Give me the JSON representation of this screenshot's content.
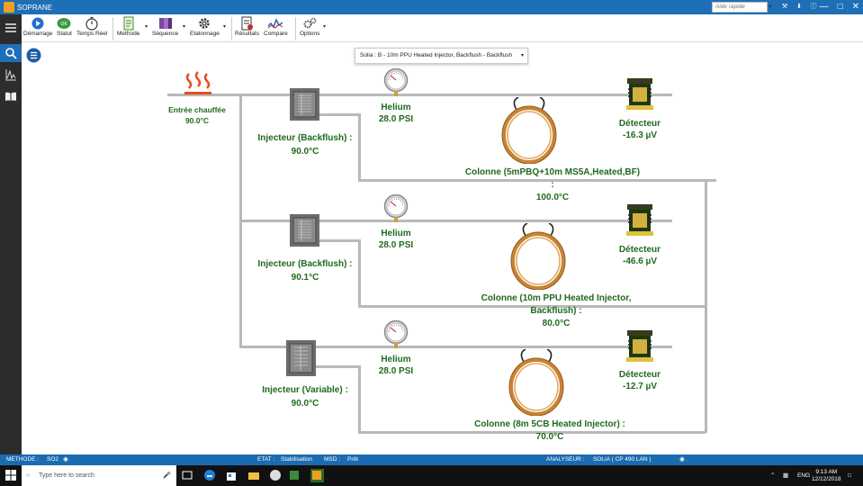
{
  "window": {
    "title": "SOPRANE"
  },
  "ribbon": {
    "demarrage": "Démarrage",
    "statut": "Statut",
    "temps_reel": "Temps Réel",
    "methode": "Methode",
    "sequence": "Séquence",
    "etalonnage": "Etalonnage",
    "resultats": "Résultats",
    "compare": "Compare",
    "options": "Options",
    "quick_search_placeholder": "Aide rapide"
  },
  "selector": {
    "value": "Solia : B - 10m PPU Heated Injector, Backflush - Backflush"
  },
  "inlet": {
    "label": "Entrée chauffée",
    "value": "90.0°C"
  },
  "modules": [
    {
      "injector_label": "Injecteur (Backflush) :",
      "injector_value": "90.0°C",
      "gas_label": "Helium",
      "gas_value": "28.0 PSI",
      "column_label": "Colonne (5mPBQ+10m MS5A,Heated,BF) :",
      "column_value": "100.0°C",
      "detector_label": "Détecteur",
      "detector_value": "-16.3 µV"
    },
    {
      "injector_label": "Injecteur (Backflush) :",
      "injector_value": "90.1°C",
      "gas_label": "Helium",
      "gas_value": "28.0 PSI",
      "column_label": "Colonne (10m PPU Heated Injector, Backflush) :",
      "column_value": "80.0°C",
      "detector_label": "Détecteur",
      "detector_value": "-46.6 µV"
    },
    {
      "injector_label": "Injecteur (Variable) :",
      "injector_value": "90.0°C",
      "gas_label": "Helium",
      "gas_value": "28.0 PSI",
      "column_label": "Colonne (8m 5CB Heated Injector) :",
      "column_value": "70.0°C",
      "detector_label": "Détecteur",
      "detector_value": "-12.7 µV"
    }
  ],
  "statusbar": {
    "methode_label": "METHODE :",
    "methode_value": "SO2",
    "etat_label": "ETAT :",
    "etat_value": "Stabilisation",
    "msd_label": "MSD :",
    "msd_value": "Prêt",
    "analyseur_label": "ANALYSEUR :",
    "analyseur_value": "SOLIA ( CP 490 LAN )"
  },
  "taskbar": {
    "search_placeholder": "Type here to search",
    "lang": "ENG",
    "time": "9:13 AM",
    "date": "12/12/2018"
  },
  "colors": {
    "label_green": "#1f6a1f",
    "accent_blue": "#1e6fb5",
    "pipe_gray": "#b9b9b9",
    "copper": "#c88434"
  }
}
